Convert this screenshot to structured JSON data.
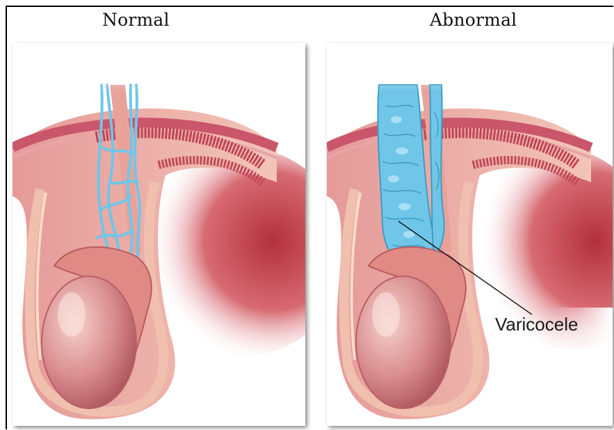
{
  "panels": {
    "left_title": "Normal",
    "right_title": "Abnormal"
  },
  "annotation": {
    "label": "Varicocele"
  },
  "colors": {
    "tissue_pink": "#e8a4a0",
    "tissue_dark_red": "#b73a44",
    "vein_blue": "#6fc6e8",
    "testis": "#d9898c",
    "background": "#ffffff"
  }
}
